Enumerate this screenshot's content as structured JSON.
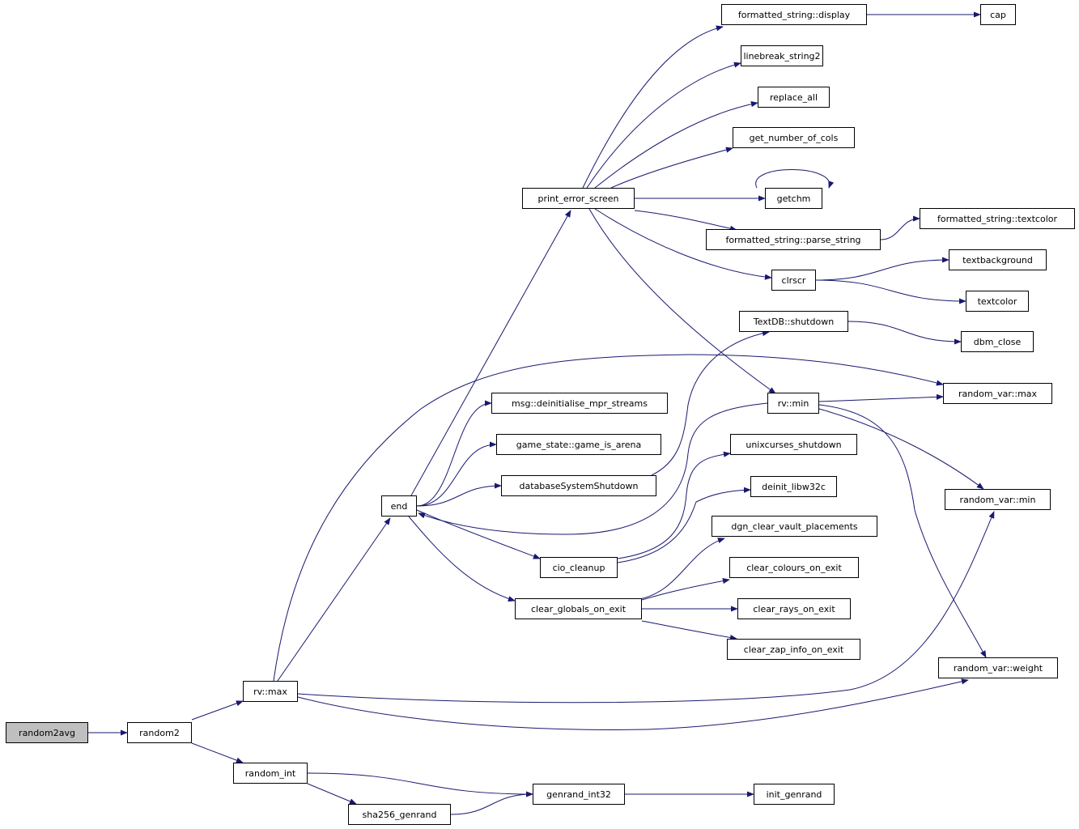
{
  "colors": {
    "edge": "#191970",
    "root_fill": "#bfbfbf",
    "node_border": "#000000"
  },
  "root": "random2avg",
  "nodes": [
    {
      "id": "random2avg",
      "label": "random2avg"
    },
    {
      "id": "random2",
      "label": "random2"
    },
    {
      "id": "rv_max",
      "label": "rv::max"
    },
    {
      "id": "random_int",
      "label": "random_int"
    },
    {
      "id": "sha256_genrand",
      "label": "sha256_genrand"
    },
    {
      "id": "genrand_int32",
      "label": "genrand_int32"
    },
    {
      "id": "init_genrand",
      "label": "init_genrand"
    },
    {
      "id": "end",
      "label": "end"
    },
    {
      "id": "print_error_screen",
      "label": "print_error_screen"
    },
    {
      "id": "msg_deinit",
      "label": "msg::deinitialise_mpr_streams"
    },
    {
      "id": "game_is_arena",
      "label": "game_state::game_is_arena"
    },
    {
      "id": "dbShutdown",
      "label": "databaseSystemShutdown"
    },
    {
      "id": "cio_cleanup",
      "label": "cio_cleanup"
    },
    {
      "id": "clear_globals",
      "label": "clear_globals_on_exit"
    },
    {
      "id": "fs_display",
      "label": "formatted_string::display"
    },
    {
      "id": "cap",
      "label": "cap"
    },
    {
      "id": "linebreak",
      "label": "linebreak_string2"
    },
    {
      "id": "replace_all",
      "label": "replace_all"
    },
    {
      "id": "get_cols",
      "label": "get_number_of_cols"
    },
    {
      "id": "getchm",
      "label": "getchm"
    },
    {
      "id": "fs_parse",
      "label": "formatted_string::parse_string"
    },
    {
      "id": "fs_textcolor",
      "label": "formatted_string::textcolor"
    },
    {
      "id": "clrscr",
      "label": "clrscr"
    },
    {
      "id": "textbackground",
      "label": "textbackground"
    },
    {
      "id": "textcolor",
      "label": "textcolor"
    },
    {
      "id": "textdb_shutdown",
      "label": "TextDB::shutdown"
    },
    {
      "id": "dbm_close",
      "label": "dbm_close"
    },
    {
      "id": "rv_min",
      "label": "rv::min"
    },
    {
      "id": "rvar_max",
      "label": "random_var::max"
    },
    {
      "id": "rvar_min",
      "label": "random_var::min"
    },
    {
      "id": "rvar_weight",
      "label": "random_var::weight"
    },
    {
      "id": "unixcurses",
      "label": "unixcurses_shutdown"
    },
    {
      "id": "deinit_w32c",
      "label": "deinit_libw32c"
    },
    {
      "id": "dgn_clear",
      "label": "dgn_clear_vault_placements"
    },
    {
      "id": "clear_colours",
      "label": "clear_colours_on_exit"
    },
    {
      "id": "clear_rays",
      "label": "clear_rays_on_exit"
    },
    {
      "id": "clear_zap",
      "label": "clear_zap_info_on_exit"
    }
  ],
  "edges": [
    [
      "random2avg",
      "random2"
    ],
    [
      "random2",
      "rv_max"
    ],
    [
      "random2",
      "random_int"
    ],
    [
      "random_int",
      "genrand_int32"
    ],
    [
      "random_int",
      "sha256_genrand"
    ],
    [
      "sha256_genrand",
      "genrand_int32"
    ],
    [
      "genrand_int32",
      "init_genrand"
    ],
    [
      "rv_max",
      "end"
    ],
    [
      "rv_max",
      "rvar_max"
    ],
    [
      "rv_max",
      "rvar_min"
    ],
    [
      "rv_max",
      "rvar_weight"
    ],
    [
      "end",
      "print_error_screen"
    ],
    [
      "end",
      "msg_deinit"
    ],
    [
      "end",
      "game_is_arena"
    ],
    [
      "end",
      "dbShutdown"
    ],
    [
      "end",
      "cio_cleanup"
    ],
    [
      "end",
      "clear_globals"
    ],
    [
      "print_error_screen",
      "fs_display"
    ],
    [
      "print_error_screen",
      "linebreak"
    ],
    [
      "print_error_screen",
      "replace_all"
    ],
    [
      "print_error_screen",
      "get_cols"
    ],
    [
      "print_error_screen",
      "getchm"
    ],
    [
      "print_error_screen",
      "fs_parse"
    ],
    [
      "print_error_screen",
      "clrscr"
    ],
    [
      "print_error_screen",
      "rv_min"
    ],
    [
      "fs_display",
      "cap"
    ],
    [
      "getchm",
      "getchm"
    ],
    [
      "fs_parse",
      "fs_textcolor"
    ],
    [
      "clrscr",
      "textbackground"
    ],
    [
      "clrscr",
      "textcolor"
    ],
    [
      "dbShutdown",
      "textdb_shutdown"
    ],
    [
      "textdb_shutdown",
      "dbm_close"
    ],
    [
      "rv_min",
      "end"
    ],
    [
      "rv_min",
      "rvar_max"
    ],
    [
      "rv_min",
      "rvar_min"
    ],
    [
      "rv_min",
      "rvar_weight"
    ],
    [
      "cio_cleanup",
      "unixcurses"
    ],
    [
      "cio_cleanup",
      "deinit_w32c"
    ],
    [
      "clear_globals",
      "dgn_clear"
    ],
    [
      "clear_globals",
      "clear_colours"
    ],
    [
      "clear_globals",
      "clear_rays"
    ],
    [
      "clear_globals",
      "clear_zap"
    ]
  ]
}
